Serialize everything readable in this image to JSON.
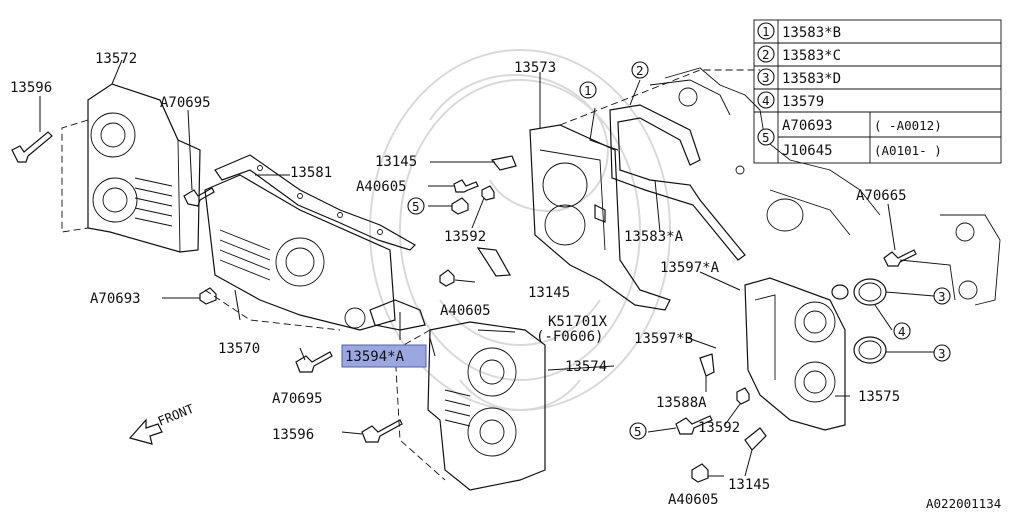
{
  "parts": {
    "p13572": "13572",
    "p13596a": "13596",
    "p70695a": "A70695",
    "p13581": "13581",
    "p13573": "13573",
    "p13145a": "13145",
    "p40605a": "A40605",
    "p13592a": "13592",
    "p13145b": "13145",
    "p70693": "A70693",
    "p13570": "13570",
    "p40605b": "A40605",
    "k51701x": "K51701X",
    "k51701x_note": "(-F0606)",
    "p13594a": "13594*A",
    "p13574": "13574",
    "p70695b": "A70695",
    "p13596b": "13596",
    "p13583a": "13583*A",
    "p13597a": "13597*A",
    "p13597b": "13597*B",
    "p13588a": "13588A",
    "p13592b": "13592",
    "p13145c": "13145",
    "p40605c": "A40605",
    "p13575": "13575",
    "p70665": "A70665"
  },
  "callouts": {
    "c1": "1",
    "c2": "2",
    "c3a": "3",
    "c3b": "3",
    "c4": "4",
    "c5a": "5",
    "c5b": "5"
  },
  "legend": {
    "rows": [
      {
        "num": "1",
        "part": "13583*B"
      },
      {
        "num": "2",
        "part": "13583*C"
      },
      {
        "num": "3",
        "part": "13583*D"
      },
      {
        "num": "4",
        "part": "13579"
      }
    ],
    "row5": {
      "num": "5",
      "entries": [
        {
          "part": "A70693",
          "range": "(    -A0012)"
        },
        {
          "part": "J10645",
          "range": "(A0101-    )"
        }
      ]
    }
  },
  "front_label": "FRONT",
  "diagram_id": "A022001134",
  "highlight_color": "#9aa7e0"
}
